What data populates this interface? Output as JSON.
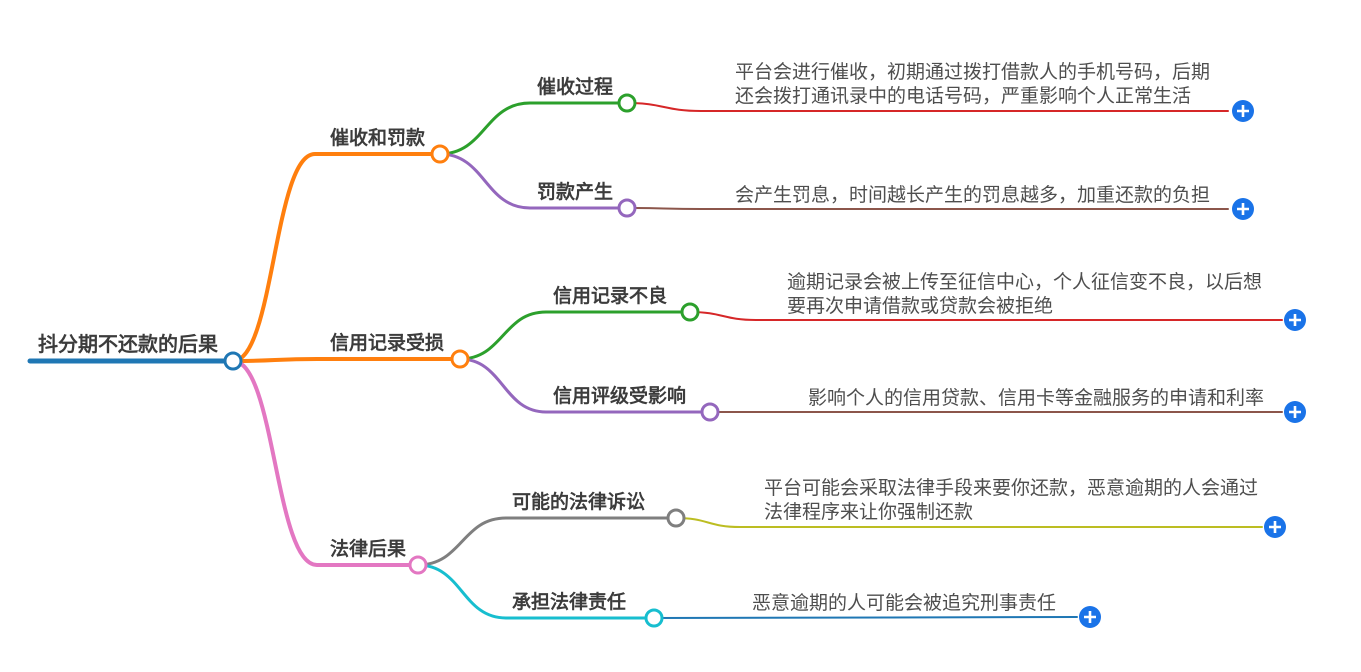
{
  "map": {
    "root": {
      "label": "抖分期不还款的后果"
    },
    "branches": [
      {
        "label": "催收和罚款",
        "children": [
          {
            "label": "催收过程",
            "leaf": "平台会进行催收，初期通过拨打借款人的手机号码，后期还会拨打通讯录中的电话号码，严重影响个人正常生活"
          },
          {
            "label": "罚款产生",
            "leaf": "会产生罚息，时间越长产生的罚息越多，加重还款的负担"
          }
        ]
      },
      {
        "label": "信用记录受损",
        "children": [
          {
            "label": "信用记录不良",
            "leaf": "逾期记录会被上传至征信中心，个人征信变不良，以后想要再次申请借款或贷款会被拒绝"
          },
          {
            "label": "信用评级受影响",
            "leaf": "影响个人的信用贷款、信用卡等金融服务的申请和利率"
          }
        ]
      },
      {
        "label": "法律后果",
        "children": [
          {
            "label": "可能的法律诉讼",
            "leaf": "平台可能会采取法律手段来要你还款，恶意逾期的人会通过法律程序来让你强制还款"
          },
          {
            "label": "承担法律责任",
            "leaf": "恶意逾期的人可能会被追究刑事责任"
          }
        ]
      }
    ]
  },
  "colors": {
    "blue": "#1f77b4",
    "orange": "#ff7f0e",
    "green": "#2ca02c",
    "red": "#d62728",
    "purple": "#9467bd",
    "brown": "#8c564b",
    "pink": "#e377c2",
    "gray": "#7f7f7f",
    "olive": "#bcbd22",
    "cyan": "#17becf",
    "expand_button": "#1a73e8",
    "plus_glyph": "#ffffff"
  },
  "icons": {
    "expand_button": "plus-icon"
  }
}
